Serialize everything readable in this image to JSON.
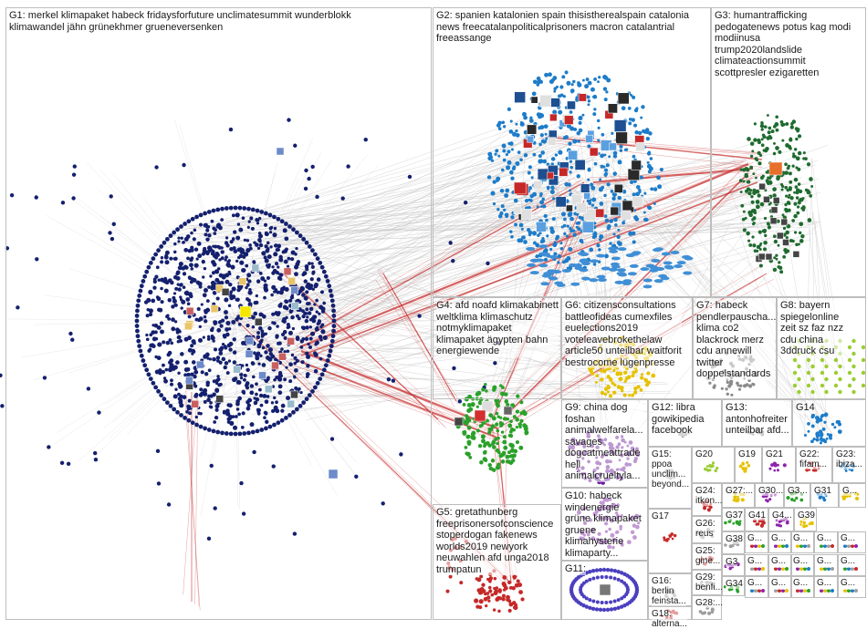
{
  "groups": [
    {
      "id": "G1",
      "label": "G1: merkel klimapaket habeck fridaysforfuture unclimatesummit wunderblokk\nklimawandel jähn grünekhmer grueneversenken",
      "color": "#14206e"
    },
    {
      "id": "G2",
      "label": "G2: spanien katalonien spain thisistherealspain catalonia\nnews freecatalanpoliticalprisoners macron catalantrial\nfreeassange",
      "color": "#1d7cc9"
    },
    {
      "id": "G3",
      "label": "G3: humantrafficking\npedogatenews potus kag modi\nmodiinusa\ntrump2020landslide\nclimateactionsummit\nscottpresler ezigaretten",
      "color": "#1f6b2f"
    },
    {
      "id": "G4",
      "label": "G4: afd noafd klimakabinett\nweltklima klimaschutz\nnotmyklimapaket\nklimapaket ägypten bahn\nenergiewende",
      "color": "#2aa12a"
    },
    {
      "id": "G5",
      "label": "G5: gretathunberg\nfreeprisonersofconscience\nstoperdogan fakenews\nworlds2019 newyork\nneuwahlen afd unga2018\ntrumpatun",
      "color": "#c62828"
    },
    {
      "id": "G6",
      "label": "G6: citizensconsultations\nbattleofideas cumexfiles\neuelections2019\nvoteleavebrokethelaw\narticle50 unteilbar waitforit\nbestrocome lügenpresse",
      "color": "#e6c200"
    },
    {
      "id": "G7",
      "label": "G7: habeck\npendlerpauscha...\nklima co2\nblackrock merz\ncdu annewill\ntwitter\ndoppelstandards",
      "color": "#8a8a8a"
    },
    {
      "id": "G8",
      "label": "G8: bayern\nspiegelonline\nzeit sz faz nzz\ncdu china\n3ddruck csu",
      "color": "#9acd32"
    },
    {
      "id": "G9",
      "label": "G9: china dog\nfoshan\nanimalwelfarela...\nsavages\ndogcatmeattrade\nhell\nanimalcrueltyla...",
      "color": "#6a1b9a"
    },
    {
      "id": "G10",
      "label": "G10: habeck\nwindenergie\ngrüne klimapaket\ngruene\nklimahysterie\nklimaparty...",
      "color": "#7b1fa2"
    },
    {
      "id": "G11",
      "label": "G11:",
      "color": "#4b3fbf"
    },
    {
      "id": "G12",
      "label": "G12: libra\ngowikipedia\nfacebook",
      "color": "#888888"
    },
    {
      "id": "G13",
      "label": "G13:\nantonhofreiter\nunteilbar afd...",
      "color": "#555555"
    },
    {
      "id": "G14",
      "label": "G14",
      "color": "#1d7cc9"
    },
    {
      "id": "G15",
      "label": "G15:\nppoa\nunclim...\nbeyond...",
      "color": "#888888"
    },
    {
      "id": "G16",
      "label": "G16:\nberlin\nfeinsta...",
      "color": "#888888"
    },
    {
      "id": "G17",
      "label": "G17",
      "color": "#888888"
    },
    {
      "id": "G18",
      "label": "G18:\nalterna...",
      "color": "#888888"
    },
    {
      "id": "G19",
      "label": "G19",
      "color": "#c0a000"
    },
    {
      "id": "G20",
      "label": "G20",
      "color": "#9acd32"
    },
    {
      "id": "G21",
      "label": "G21",
      "color": "#8e24aa"
    },
    {
      "id": "G22",
      "label": "G22:\nfifam...",
      "color": "#888888"
    },
    {
      "id": "G23",
      "label": "G23:\nibiza...",
      "color": "#888888"
    },
    {
      "id": "G24",
      "label": "G24:\nitkon...",
      "color": "#888888"
    },
    {
      "id": "G25",
      "label": "G25:\ngine...",
      "color": "#888888"
    },
    {
      "id": "G26",
      "label": "G26:\nreus",
      "color": "#888888"
    },
    {
      "id": "G27",
      "label": "G27:...",
      "color": "#888888"
    },
    {
      "id": "G28",
      "label": "G28:...",
      "color": "#888888"
    },
    {
      "id": "G29",
      "label": "G29:\nbenfi...",
      "color": "#888888"
    },
    {
      "id": "G30",
      "label": "G30...",
      "color": "#888888"
    },
    {
      "id": "G31",
      "label": "G31",
      "color": "#888888"
    },
    {
      "id": "G3x",
      "label": "G3...",
      "color": "#888888"
    },
    {
      "id": "G34",
      "label": "G34",
      "color": "#888888"
    },
    {
      "id": "G37",
      "label": "G37",
      "color": "#888888"
    },
    {
      "id": "G38",
      "label": "G38",
      "color": "#888888"
    },
    {
      "id": "G39",
      "label": "G39",
      "color": "#888888"
    },
    {
      "id": "G4x",
      "label": "G4...",
      "color": "#888888"
    },
    {
      "id": "G41",
      "label": "G41",
      "color": "#888888"
    },
    {
      "id": "Gx1",
      "label": "G...",
      "color": "#888888"
    },
    {
      "id": "G3x2",
      "label": "G3",
      "color": "#888888"
    }
  ],
  "smallLabels": [
    "G...",
    "G...",
    "G...",
    "G...",
    "G...",
    "G...",
    "G...",
    "G...",
    "G...",
    "G...",
    "G...",
    "G...",
    "G...",
    "G...",
    "G..."
  ],
  "edgeColors": {
    "intra": "#b8b8b8",
    "inter": "#c62828"
  }
}
